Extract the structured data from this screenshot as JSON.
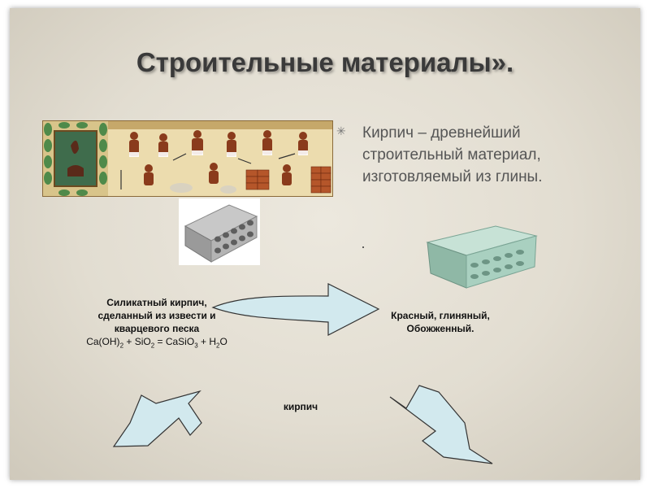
{
  "slide": {
    "title": "Строительные материалы».",
    "bullet_marker": "✳",
    "bullet_text": "Кирпич – древнейший строительный материал, изготовляемый из глины.",
    "silicate": {
      "line1": "Силикатный кирпич,",
      "line2": "сделанный из извести и",
      "line3": "кварцевого песка"
    },
    "formula": {
      "a": "Ca(OH)",
      "a_sub": "2",
      "plus1": " + SiO",
      "b_sub": "2",
      "eq": " = CaSiO",
      "c_sub": "3",
      "plus2": " + H",
      "d_sub": "2",
      "end": "O"
    },
    "red_brick": {
      "line1": "Красный, глиняный,",
      "line2": "Обожженный."
    },
    "center_label": "кирпич"
  },
  "colors": {
    "arrow_fill": "#d2e9ee",
    "grey_brick": "#a9a9a9",
    "green_brick": "#a9cfc0"
  },
  "icons": {
    "fresco": "egyptian-brickmaking-fresco-image",
    "grey_brick": "grey-hollow-brick-image",
    "green_brick": "green-hollow-brick-image"
  }
}
